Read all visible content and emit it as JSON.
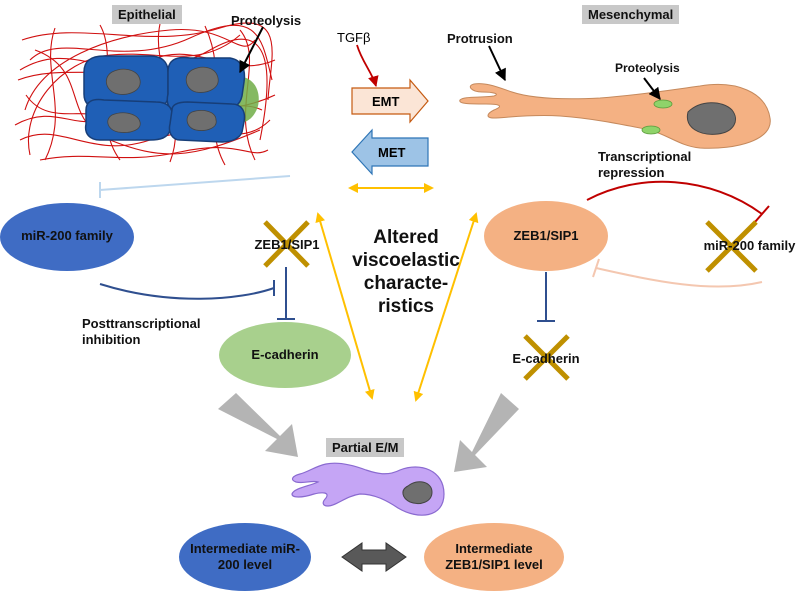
{
  "labels": {
    "epithelial": "Epithelial",
    "mesenchymal": "Mesenchymal",
    "partial": "Partial E/M",
    "proteolysis_left": "Proteolysis",
    "proteolysis_right": "Proteolysis",
    "tgfb": "TGFβ",
    "protrusion": "Protrusion",
    "emt": "EMT",
    "met": "MET",
    "transcriptional_repression": "Transcriptional repression",
    "posttranscriptional_inhibition": "Posttranscriptional inhibition",
    "altered_viscoelastic": "Altered viscoelastic characte-ristics"
  },
  "nodes": {
    "mir200_left": "miR-200 family",
    "zeb_left": "ZEB1/SIP1",
    "ecad_left": "E-cadherin",
    "zeb_right": "ZEB1/SIP1",
    "mir200_right": "miR-200 family",
    "ecad_right": "E-cadherin",
    "inter_mir200": "Intermediate miR-200 level",
    "inter_zeb": "Intermediate ZEB1/SIP1 level"
  },
  "colors": {
    "blue_node": "#3f6cc4",
    "green_node": "#a8d08d",
    "orange_node": "#f4b183",
    "cross": "#bf9000",
    "yellow_arrow": "#ffc000",
    "dark_red": "#c00000",
    "emt_arrow": "#fbe5d6",
    "met_arrow": "#9dc3e6",
    "purple_cell": "#c5a5f5",
    "gray_arrow": "#b4b4b4",
    "dark_gray": "#595959"
  }
}
